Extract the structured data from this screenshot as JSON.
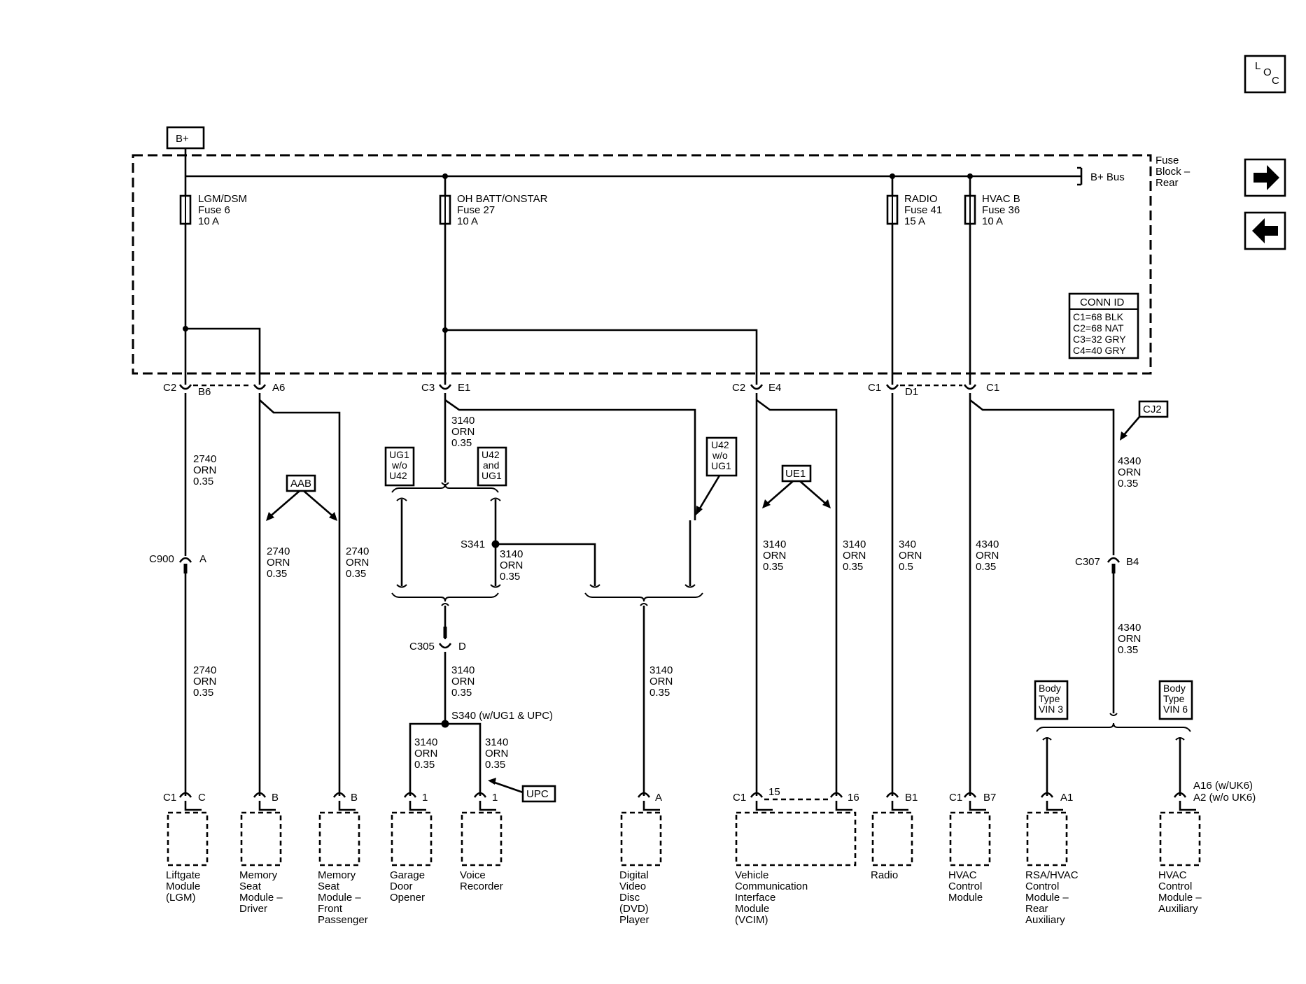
{
  "power": {
    "bplus": "B+",
    "bus_label": "B+ Bus",
    "block": [
      "Fuse",
      "Block –",
      "Rear"
    ]
  },
  "loc": {
    "l": "L",
    "o": "O",
    "c": "C"
  },
  "fuses": [
    {
      "name": "LGM/DSM",
      "fuse": "Fuse 6",
      "amps": "10 A"
    },
    {
      "name": "OH BATT/ONSTAR",
      "fuse": "Fuse 27",
      "amps": "10 A"
    },
    {
      "name": "RADIO",
      "fuse": "Fuse 41",
      "amps": "15 A"
    },
    {
      "name": "HVAC B",
      "fuse": "Fuse 36",
      "amps": "10 A"
    }
  ],
  "conn_id": {
    "title": "CONN ID",
    "rows": [
      "C1=68 BLK",
      "C2=68 NAT",
      "C3=32 GRY",
      "C4=40 GRY"
    ]
  },
  "connectors": {
    "c2": "C2",
    "b6": "B6",
    "a6": "A6",
    "c3": "C3",
    "e1": "E1",
    "c2b": "C2",
    "e4": "E4",
    "c1": "C1",
    "d1": "D1",
    "c1b": "C1",
    "c900": "C900",
    "a": "A",
    "s341": "S341",
    "c305": "C305",
    "d": "D",
    "s340": "S340 (w/UG1 & UPC)",
    "c307": "C307",
    "b4": "B4",
    "lgm_c1": "C1",
    "lgm_c": "C",
    "msd_b": "B",
    "msf_b": "B",
    "gdo_1": "1",
    "vr_1": "1",
    "dvd_a": "A",
    "vcim_c1": "C1",
    "vcim_15": "15",
    "vcim_16": "16",
    "radio_b1": "B1",
    "hvac_c1": "C1",
    "hvac_b7": "B7",
    "rsa_a1": "A1",
    "aux_a16": "A16 (w/UK6)",
    "aux_a2": "A2 (w/o UK6)"
  },
  "wires": {
    "w2740": "2740",
    "w3140": "3140",
    "w340": "340",
    "w4340": "4340",
    "orn": "ORN",
    "s035": "0.35",
    "s05": "0.5"
  },
  "options": {
    "aab": "AAB",
    "ug1wo": [
      "UG1",
      "w/o",
      "U42"
    ],
    "u42and": [
      "U42",
      "and",
      "UG1"
    ],
    "u42wo": [
      "U42",
      "w/o",
      "UG1"
    ],
    "ue1": "UE1",
    "cj2": "CJ2",
    "upc": "UPC",
    "vin3": [
      "Body",
      "Type",
      "VIN 3"
    ],
    "vin6": [
      "Body",
      "Type",
      "VIN 6"
    ]
  },
  "modules": [
    [
      "Liftgate",
      "Module",
      "(LGM)"
    ],
    [
      "Memory",
      "Seat",
      "Module –",
      "Driver"
    ],
    [
      "Memory",
      "Seat",
      "Module –",
      "Front",
      "Passenger"
    ],
    [
      "Garage",
      "Door",
      "Opener"
    ],
    [
      "Voice",
      "Recorder"
    ],
    [
      "Digital",
      "Video",
      "Disc",
      "(DVD)",
      "Player"
    ],
    [
      "Vehicle",
      "Communication",
      "Interface",
      "Module",
      "(VCIM)"
    ],
    [
      "Radio"
    ],
    [
      "HVAC",
      "Control",
      "Module"
    ],
    [
      "RSA/HVAC",
      "Control",
      "Module –",
      "Rear",
      "Auxiliary"
    ],
    [
      "HVAC",
      "Control",
      "Module –",
      "Auxiliary"
    ]
  ],
  "nav": {
    "forward": "➔",
    "back": "🡐"
  }
}
